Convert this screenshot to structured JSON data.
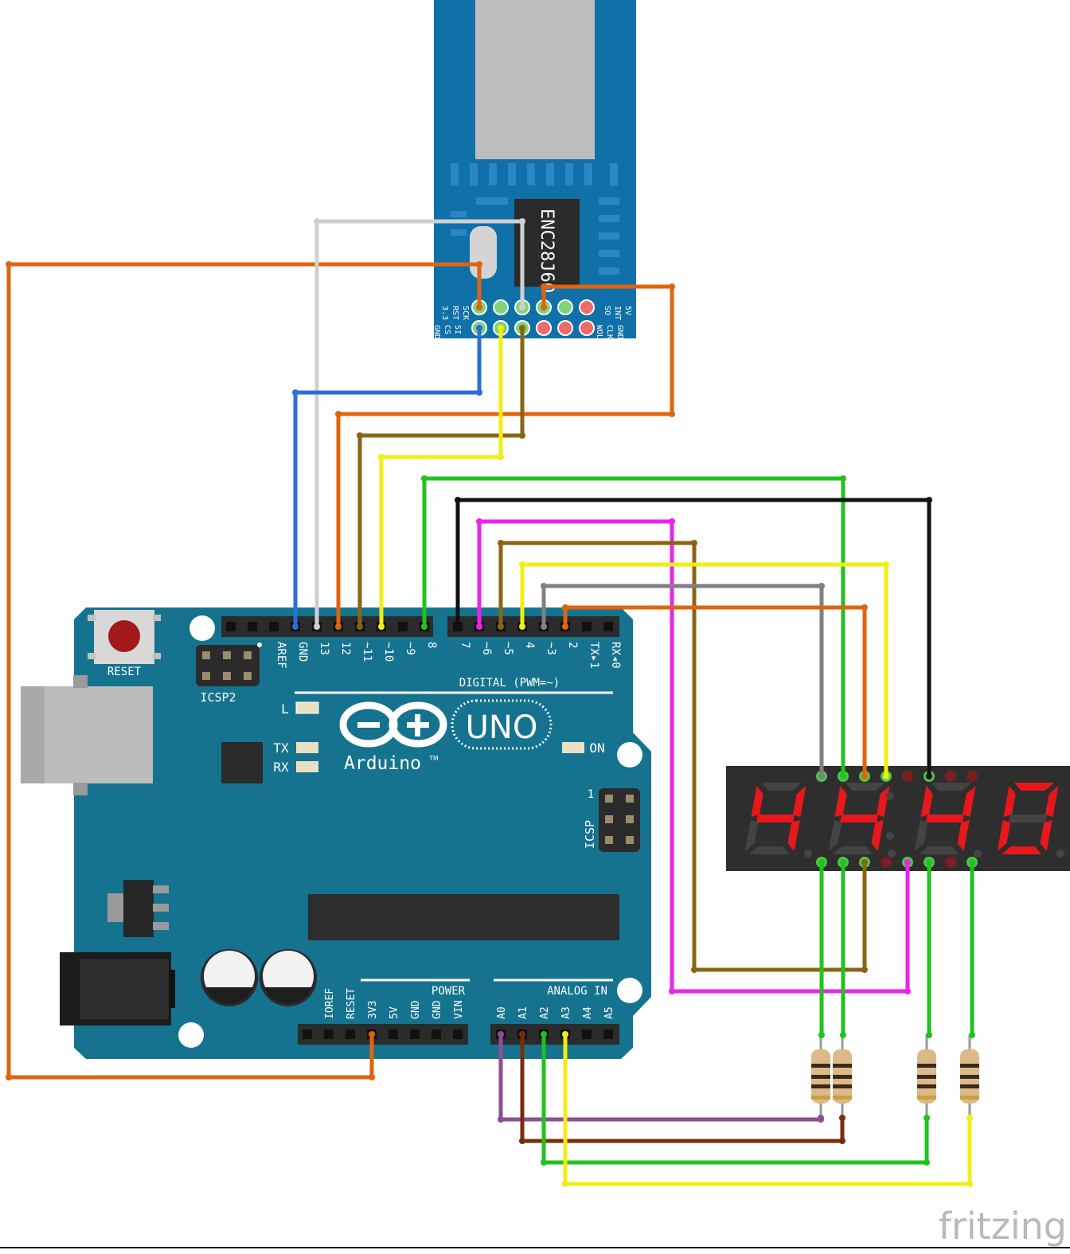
{
  "arduino": {
    "brand": "Arduino",
    "trademark": "TM",
    "model": "UNO",
    "reset_label": "RESET",
    "icsp2_label": "ICSP2",
    "icsp_label": "ICSP",
    "icsp_pin1": "1",
    "led_l": "L",
    "led_tx": "TX",
    "led_rx": "RX",
    "led_on": "ON",
    "digital_label": "DIGITAL (PWM=~)",
    "power_label": "POWER",
    "analog_label": "ANALOG IN",
    "digital_pins": [
      "AREF",
      "GND",
      "13",
      "12",
      "~11",
      "~10",
      "~9",
      "8",
      "7",
      "~6",
      "~5",
      "4",
      "~3",
      "2",
      "TX▸1",
      "RX◂0"
    ],
    "power_pins": [
      "IOREF",
      "RESET",
      "3V3",
      "5V",
      "GND",
      "GND",
      "VIN"
    ],
    "analog_pins": [
      "A0",
      "A1",
      "A2",
      "A3",
      "A4",
      "A5"
    ]
  },
  "ethernet_module": {
    "chip_label": "ENC28J60",
    "pin_labels_top": [
      "5V",
      "INT",
      "SO",
      "SCK",
      "RST",
      "3.3"
    ],
    "pin_labels_bottom": [
      "GND",
      "CLK",
      "WOL",
      "SI",
      "CS",
      "GND"
    ]
  },
  "display": {
    "digits": [
      "4",
      "4",
      "4",
      "0"
    ],
    "segment_color": "#e8171b"
  },
  "watermark": "fritzing",
  "colors": {
    "board": "#15738f",
    "module": "#1070a8",
    "orange": "#e0640f",
    "white": "#d0d0d0",
    "blue": "#2a6ed6",
    "yellow": "#f1ee13",
    "olive": "#8a6512",
    "green": "#21c21e",
    "black": "#111111",
    "magenta": "#ec22ec",
    "gray": "#808080",
    "purple": "#8e4f91",
    "brown": "#7a2d08"
  }
}
